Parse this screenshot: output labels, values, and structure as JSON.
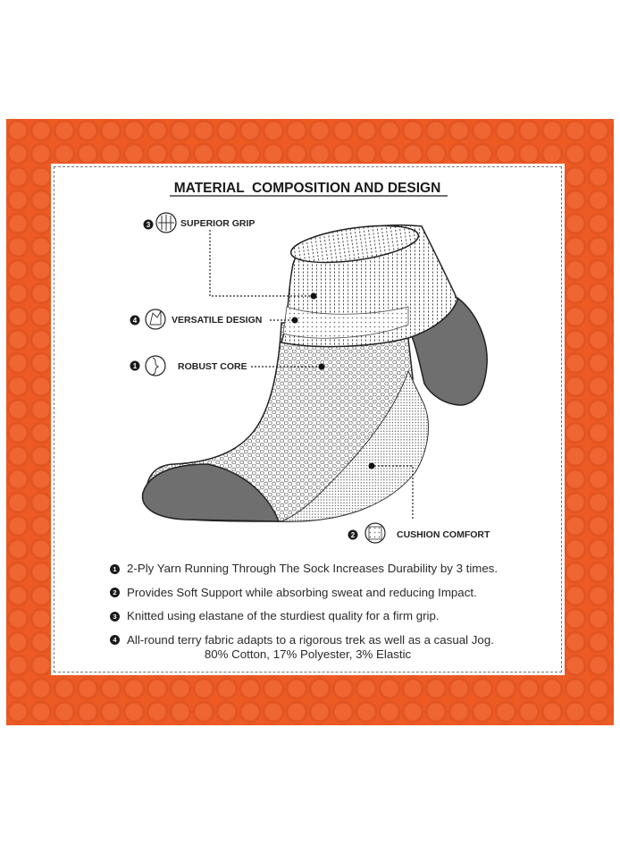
{
  "title": "MATERIAL  COMPOSITION AND DESIGN",
  "callouts": [
    {
      "number": "3",
      "label": "SUPERIOR GRIP",
      "icon": "superior-grip-icon"
    },
    {
      "number": "4",
      "label": "VERSATILE DESIGN",
      "icon": "versatile-design-icon"
    },
    {
      "number": "1",
      "label": "ROBUST CORE",
      "icon": "robust-core-icon"
    },
    {
      "number": "2",
      "label": "CUSHION COMFORT",
      "icon": "cushion-comfort-icon"
    }
  ],
  "features": [
    {
      "number": "1",
      "text": "2-Ply Yarn Running Through The Sock Increases Durability by 3 times."
    },
    {
      "number": "2",
      "text": "Provides Soft Support while absorbing sweat and reducing Impact."
    },
    {
      "number": "3",
      "text": "Knitted using elastane of the sturdiest quality for a firm grip."
    },
    {
      "number": "4",
      "text": "All-round terry fabric adapts to a rigorous trek as well as a casual Jog."
    }
  ],
  "composition": "80% Cotton, 17% Polyester, 3% Elastic",
  "colors": {
    "frame": "#ee5a24",
    "card": "#ffffff",
    "sock_dark": "#6f6f6f",
    "ink": "#1a1a1a"
  }
}
